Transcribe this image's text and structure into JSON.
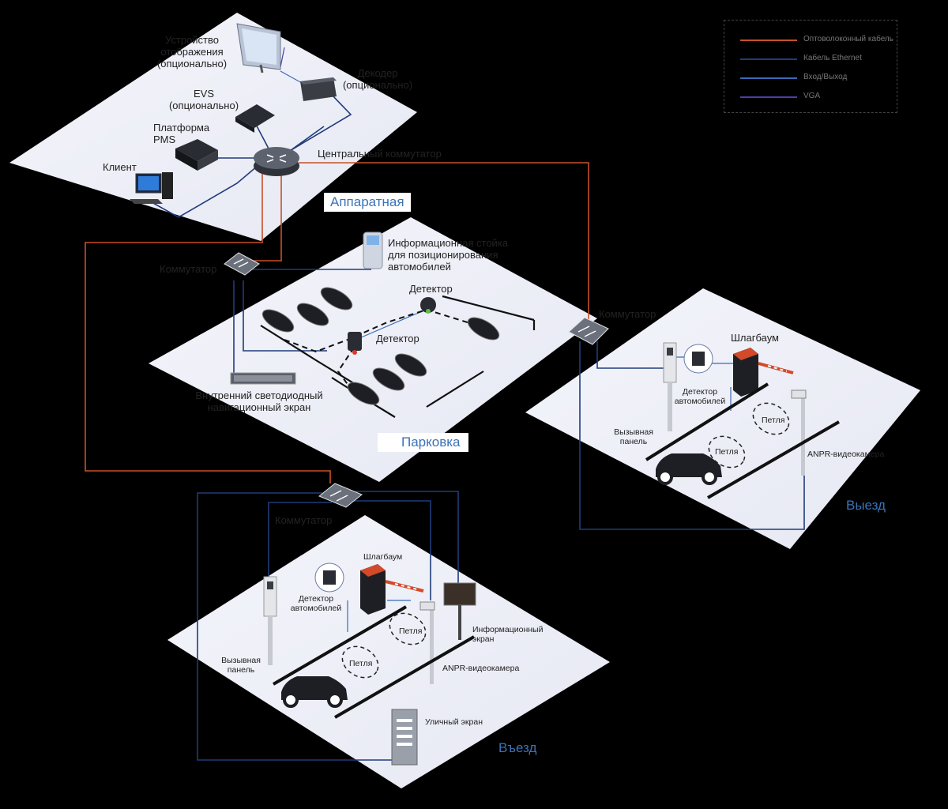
{
  "legend": {
    "fiber": {
      "label": "Оптоволоконный кабель",
      "color": "#c8502a"
    },
    "ethernet": {
      "label": "Кабель Ethernet",
      "color": "#1f3c7a"
    },
    "io": {
      "label": "Вход/Выход",
      "color": "#3a6ab8"
    },
    "vga": {
      "label": "VGA",
      "color": "#4a3fa8"
    }
  },
  "zones": {
    "equipment_room": "Аппаратная",
    "parking": "Парковка",
    "exit": "Выезд",
    "entrance": "Въезд"
  },
  "labels": {
    "display_device": "Устройство\nотображения\n(опционально)",
    "decoder": "Декодер\n(опционально)",
    "evs": "EVS\n(опционально)",
    "pms": "Платформа\nPMS",
    "client": "Клиент",
    "core_switch": "Центральный коммутатор",
    "switch_parking": "Коммутатор",
    "info_stand": "Информационная стойка\nдля позиционирования\nавтомобилей",
    "detector_1": "Детектор",
    "detector_2": "Детектор",
    "led_screen": "Внутренний светодиодный\nнавигационный экран",
    "switch_exit": "Коммутатор",
    "barrier_exit": "Шлагбаум",
    "vehicle_detector_exit": "Детектор\nавтомобилей",
    "intercom_exit": "Вызывная\nпанель",
    "loop_exit_1": "Петля",
    "loop_exit_2": "Петля",
    "anpr_exit": "ANPR-видеокамера",
    "switch_entrance": "Коммутатор",
    "barrier_entrance": "Шлагбаум",
    "vehicle_detector_entrance": "Детектор\nавтомобилей",
    "info_display": "Информационный\nэкран",
    "loop_entrance_1": "Петля",
    "loop_entrance_2": "Петля",
    "intercom_entrance": "Вызывная\nпанель",
    "anpr_entrance": "ANPR-видеокамера",
    "street_screen": "Уличный экран"
  }
}
